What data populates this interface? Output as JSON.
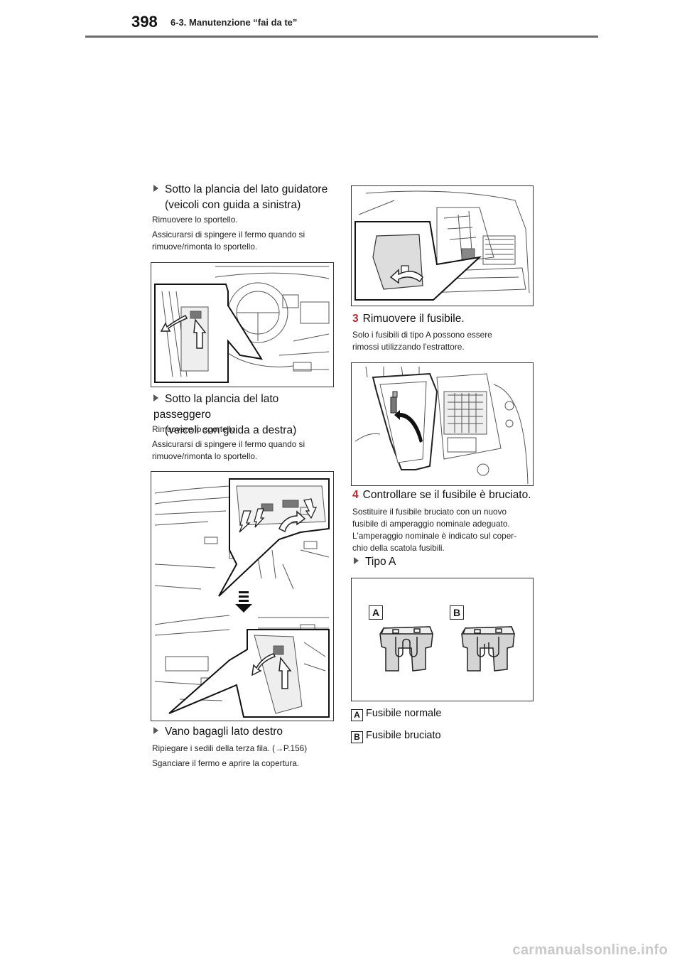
{
  "header": {
    "page_number": "398",
    "chapter": "6-3. Manutenzione “fai da te”"
  },
  "left": {
    "section1": {
      "heading_line1": "Sotto la plancia del lato guidatore",
      "heading_line2": "(veicoli con guida a sinistra)",
      "text1": "Rimuovere lo sportello.",
      "text2_line1": "Assicurarsi di spingere il fermo quando si",
      "text2_line2": "rimuove/rimonta lo sportello."
    },
    "section2": {
      "heading_line1": "Sotto la plancia del lato passeggero",
      "heading_line2": "(veicoli con guida a destra)",
      "text1": "Rimuovere lo sportello.",
      "text2_line1": "Assicurarsi di spingere il fermo quando si",
      "text2_line2": "rimuove/rimonta lo sportello."
    },
    "section3": {
      "heading": "Vano bagagli lato destro",
      "text1": "Ripiegare i sedili della terza fila. (→P.156)",
      "text2": "Sganciare il fermo e aprire la copertura."
    }
  },
  "right": {
    "step3": {
      "num": "3",
      "heading": "Rimuovere il fusibile.",
      "text_line1": "Solo i fusibili di tipo A possono essere",
      "text_line2": "rimossi utilizzando l'estrattore."
    },
    "step4": {
      "num": "4",
      "heading": "Controllare se il fusibile è bruciato.",
      "text_line1": "Sostituire il fusibile bruciato con un nuovo",
      "text_line2": "fusibile di amperaggio nominale adeguato.",
      "text_line3": "L'amperaggio nominale è indicato sul coper-",
      "text_line4": "chio della scatola fusibili."
    },
    "tipo_heading": "Tipo A",
    "figure_labels": {
      "a": "A",
      "b": "B"
    },
    "legend": [
      {
        "key": "A",
        "text": "Fusibile normale"
      },
      {
        "key": "B",
        "text": "Fusibile bruciato"
      }
    ]
  },
  "watermark": "carmanualsonline.info",
  "colors": {
    "step_number": "#b52a2a",
    "rule": "#6b6b6b",
    "arrow_fill": "#ffffff"
  }
}
